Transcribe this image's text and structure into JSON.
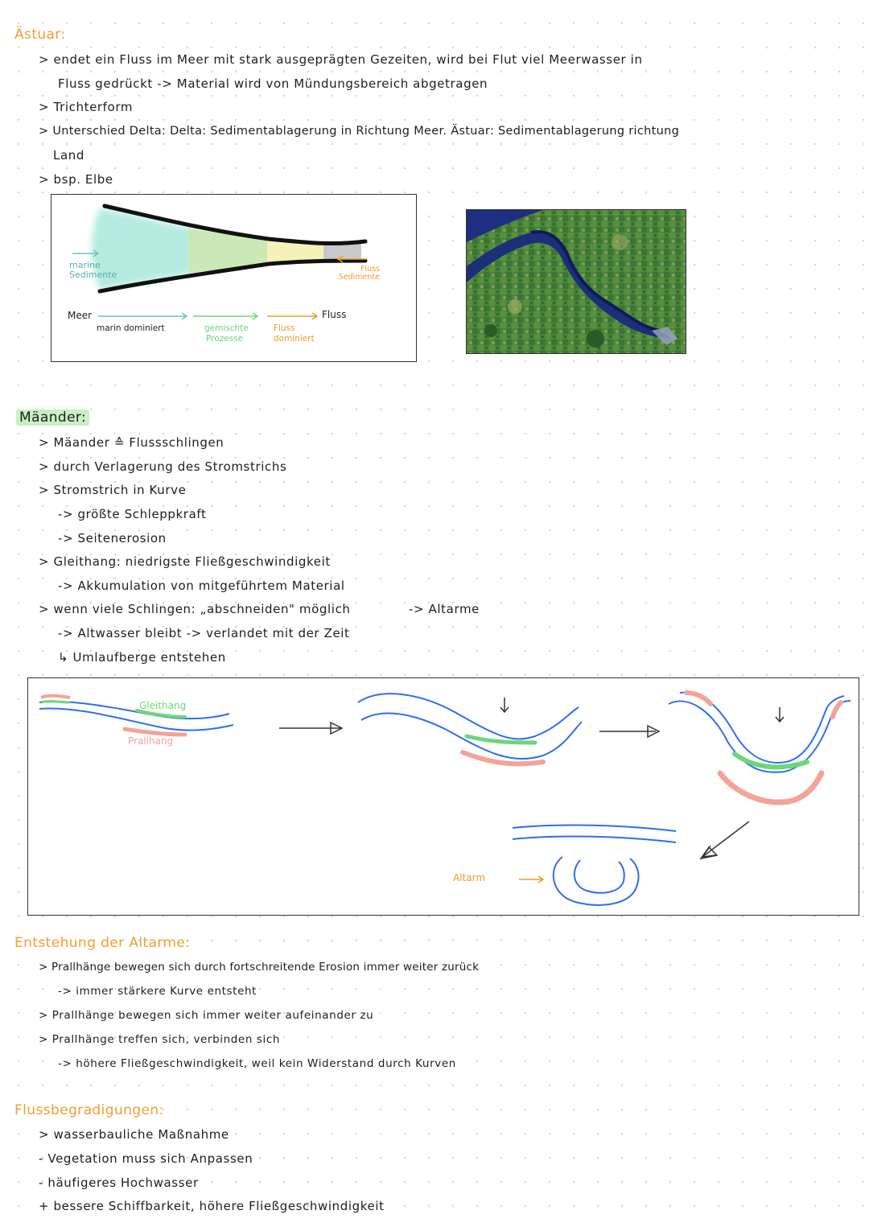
{
  "colors": {
    "accent_orange": "#f0a032",
    "gleithang_green": "#6ed67a",
    "prallhang_red": "#f2a49a",
    "river_blue": "#2e6ef0",
    "marine_teal": "#6cc3c0",
    "sediment_orange": "#f09a2a"
  },
  "aestuar": {
    "heading": "Ästuar:",
    "line1": "> endet ein Fluss im Meer mit stark ausgeprägten Gezeiten, wird bei Flut viel Meerwasser in",
    "line1b": "Fluss gedrückt -> Material wird von Mündungsbereich abgetragen",
    "line2": "> Trichterform",
    "line3": "> Unterschied Delta: Delta: Sedimentablagerung in Richtung Meer. Ästuar: Sedimentablagerung richtung",
    "line3b": "Land",
    "line4": "> bsp. Elbe",
    "diagram": {
      "marine_sediments": "marine Sedimente",
      "river_sediments": "Fluss Sedimente",
      "sea": "Meer",
      "river": "Fluss",
      "zone1": "marin dominiert",
      "zone2a": "gemischte",
      "zone2b": "Prozesse",
      "zone3a": "Fluss",
      "zone3b": "dominiert"
    }
  },
  "maeander": {
    "heading": "Mäander:",
    "line1": "> Mäander ≙ Flussschlingen",
    "line2": "> durch Verlagerung des Stromstrichs",
    "line3": "> Stromstrich in Kurve",
    "line3a": "-> größte Schleppkraft",
    "line3b": "-> Seitenerosion",
    "line4": "> Gleithang: niedrigste Fließgeschwindigkeit",
    "line4a": "-> Akkumulation von mitgeführtem Material",
    "line5a": "> wenn viele Schlingen: „abschneiden\" möglich",
    "line5b": "-> Altarme",
    "line6": "-> Altwasser bleibt -> verlandet mit der Zeit",
    "line7": "↳ Umlaufberge entstehen",
    "diagram": {
      "gleithang": "Gleithang",
      "prallhang": "Prallhang",
      "altarm": "Altarm"
    }
  },
  "altarme": {
    "heading": "Entstehung der Altarme:",
    "line1": "> Prallhänge bewegen sich durch fortschreitende Erosion immer weiter zurück",
    "line1a": "-> immer stärkere Kurve entsteht",
    "line2": "> Prallhänge bewegen sich immer weiter aufeinander zu",
    "line3": "> Prallhänge treffen sich, verbinden sich",
    "line3a": "-> höhere Fließgeschwindigkeit, weil kein Widerstand durch Kurven"
  },
  "begradigung": {
    "heading": "Flussbegradigungen:",
    "line1": "> wasserbauliche Maßnahme",
    "line2": "- Vegetation muss sich Anpassen",
    "line3": "- häufigeres Hochwasser",
    "line4": "+ bessere Schiffbarkeit, höhere Fließgeschwindigkeit"
  }
}
